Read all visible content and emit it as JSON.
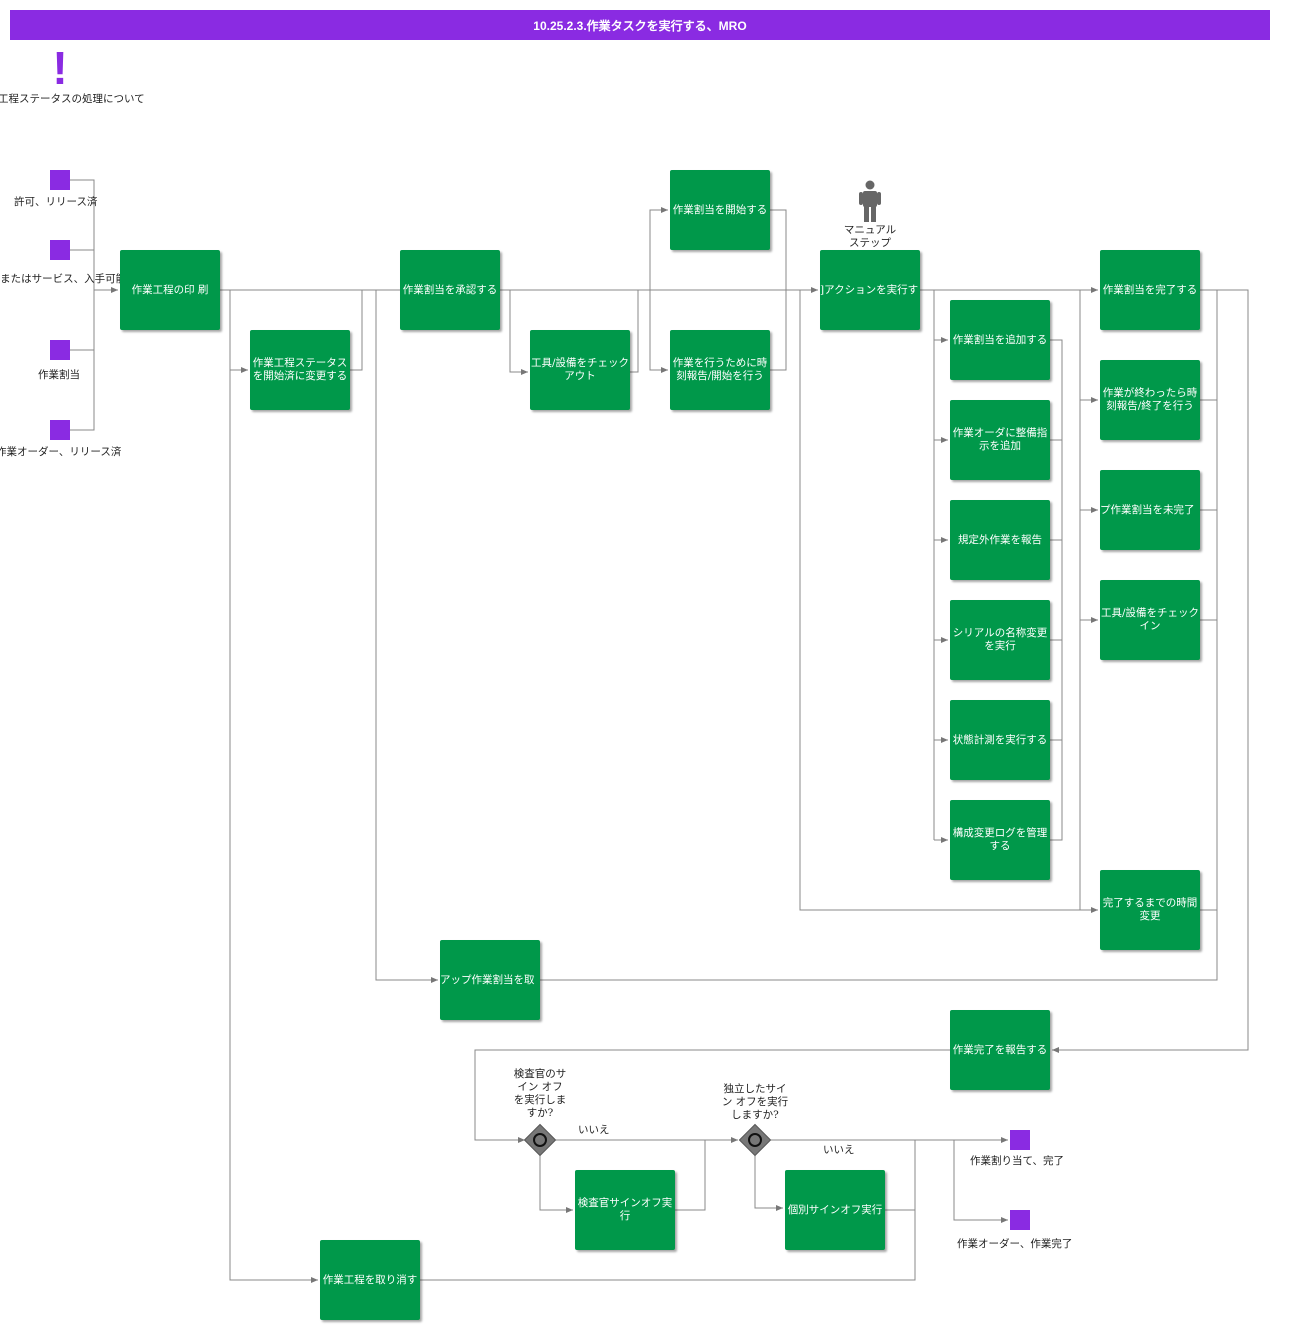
{
  "title": "10.25.2.3.作業タスクを実行する、MRO",
  "note_icon": "exclamation-icon",
  "note_label": "工程ステータスの処理について",
  "colors": {
    "task": "#00984a",
    "event": "#8a2be2",
    "title_bar": "#8a2be2",
    "gateway": "#777777"
  },
  "start_events": [
    {
      "id": "permit",
      "label": "許可、リリース済"
    },
    {
      "id": "service",
      "label": "Iまたはサービス、入手可能"
    },
    {
      "id": "assign",
      "label": "作業割当"
    },
    {
      "id": "order",
      "label": "作業オーダー、リリース済"
    }
  ],
  "tasks": {
    "print": "作業工程の印 刷",
    "status": "作業工程ステータスを開始済に変更する",
    "approve": "作業割当を承認する",
    "checkout": "工具/設備をチェックアウト",
    "start_assign": "作業割当を開始する",
    "time_start": "作業を行うために時刻報告/開始を行う",
    "action": "]アクションを実行す",
    "add_assign": "作業割当を追加する",
    "add_instr": "作業オーダに整備指示を追加",
    "unscheduled": "規定外作業を報告",
    "serial": "シリアルの名称変更を実行",
    "condition": "状態計測を実行する",
    "config": "構成変更ログを管理する",
    "complete_assign": "作業割当を完了する",
    "time_end": "作業が終わったら時刻報告/終了を行う",
    "incomplete": "プ作業割当を未完了",
    "checkin": "工具/設備をチェックイン",
    "time_change": "完了するまでの時間変更",
    "cancel_up": "アップ作業割当を取",
    "report_done": "作業完了を報告する",
    "inspector": "検査官サインオフ実行",
    "individual": "個別サインオフ実行",
    "cancel_op": "作業工程を取り消す"
  },
  "manual_step_icon": "person-icon",
  "manual_step_label": [
    "マニュアル",
    "ステップ"
  ],
  "gateways": [
    {
      "id": "gw1",
      "question": [
        "検査官のサ",
        "イン オフ",
        "を実行しま",
        "すか?"
      ],
      "no_label": "いいえ"
    },
    {
      "id": "gw2",
      "question": [
        "独立したサイ",
        "ン オフを実行",
        "しますか?"
      ],
      "no_label": "いいえ"
    }
  ],
  "end_events": [
    {
      "id": "end_assign",
      "label": "作業割り当て、完了"
    },
    {
      "id": "end_order",
      "label": "作業オーダー、作業完了"
    }
  ]
}
